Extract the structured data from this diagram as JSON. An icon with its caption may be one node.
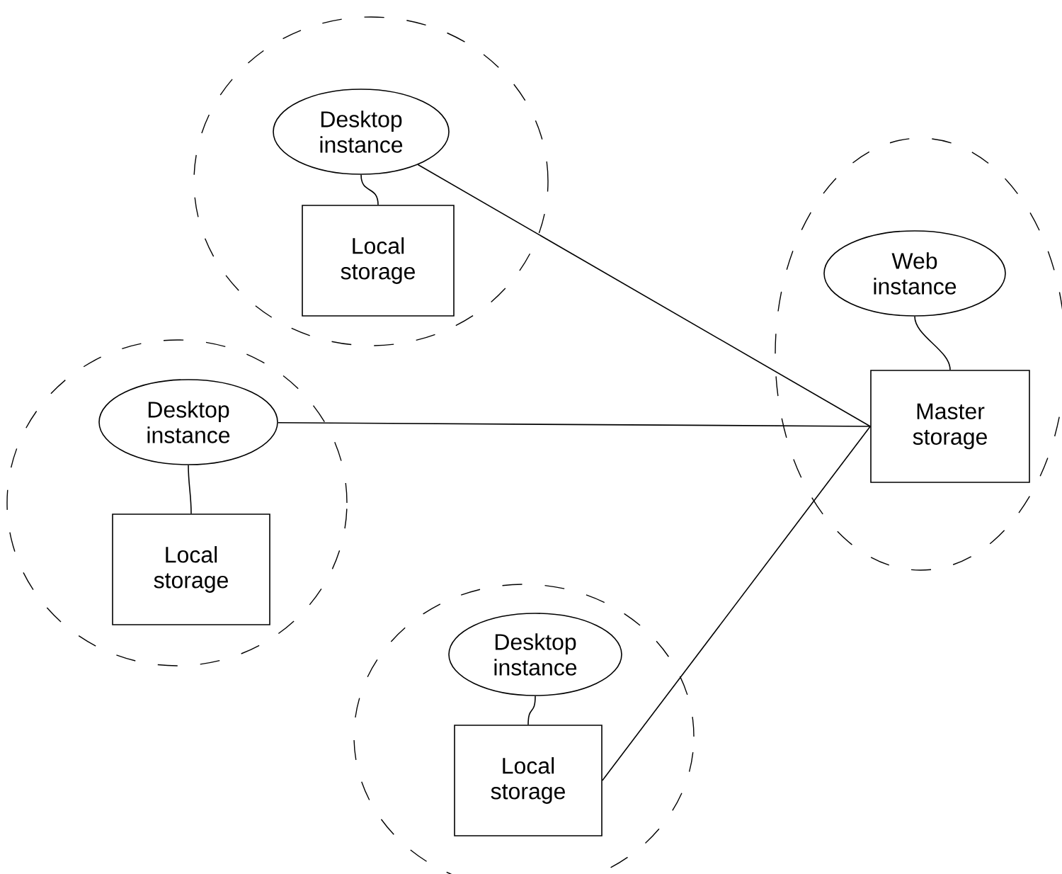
{
  "diagram": {
    "nodes": [
      {
        "text": [],
        "shape": "cloud"
      },
      {
        "text": [
          "Desktop instance"
        ],
        "in": 0
      },
      {
        "text": [
          "Local storage"
        ],
        "in": 0
      },
      {
        "text": [],
        "shape": "cloud"
      },
      {
        "text": [
          "Web instance"
        ],
        "in": 3
      },
      {
        "text": [
          "Master storage"
        ],
        "in": 3
      },
      {
        "text": [],
        "shape": "cloud"
      },
      {
        "text": [
          "Desktop instance"
        ],
        "in": 6
      },
      {
        "text": [
          "Local storage"
        ],
        "in": 6
      },
      {
        "text": [],
        "shape": "cloud"
      },
      {
        "text": [
          "Desktop instance"
        ],
        "in": 9
      },
      {
        "text": [
          "Local storage"
        ],
        "in": 9
      }
    ],
    "edges": [
      {
        "from": 1,
        "to": 2,
        "arrow": "none"
      },
      {
        "from": 4,
        "to": 5,
        "arrow": "none"
      },
      {
        "from": 7,
        "to": 8,
        "arrow": "none"
      },
      {
        "from": 10,
        "to": 11,
        "arrow": "none"
      },
      {
        "from": 1,
        "to": 5,
        "arrow": "none"
      },
      {
        "from": 7,
        "to": 5,
        "arrow": "none"
      },
      {
        "from": 11,
        "to": 5,
        "arrow": "none"
      }
    ]
  }
}
